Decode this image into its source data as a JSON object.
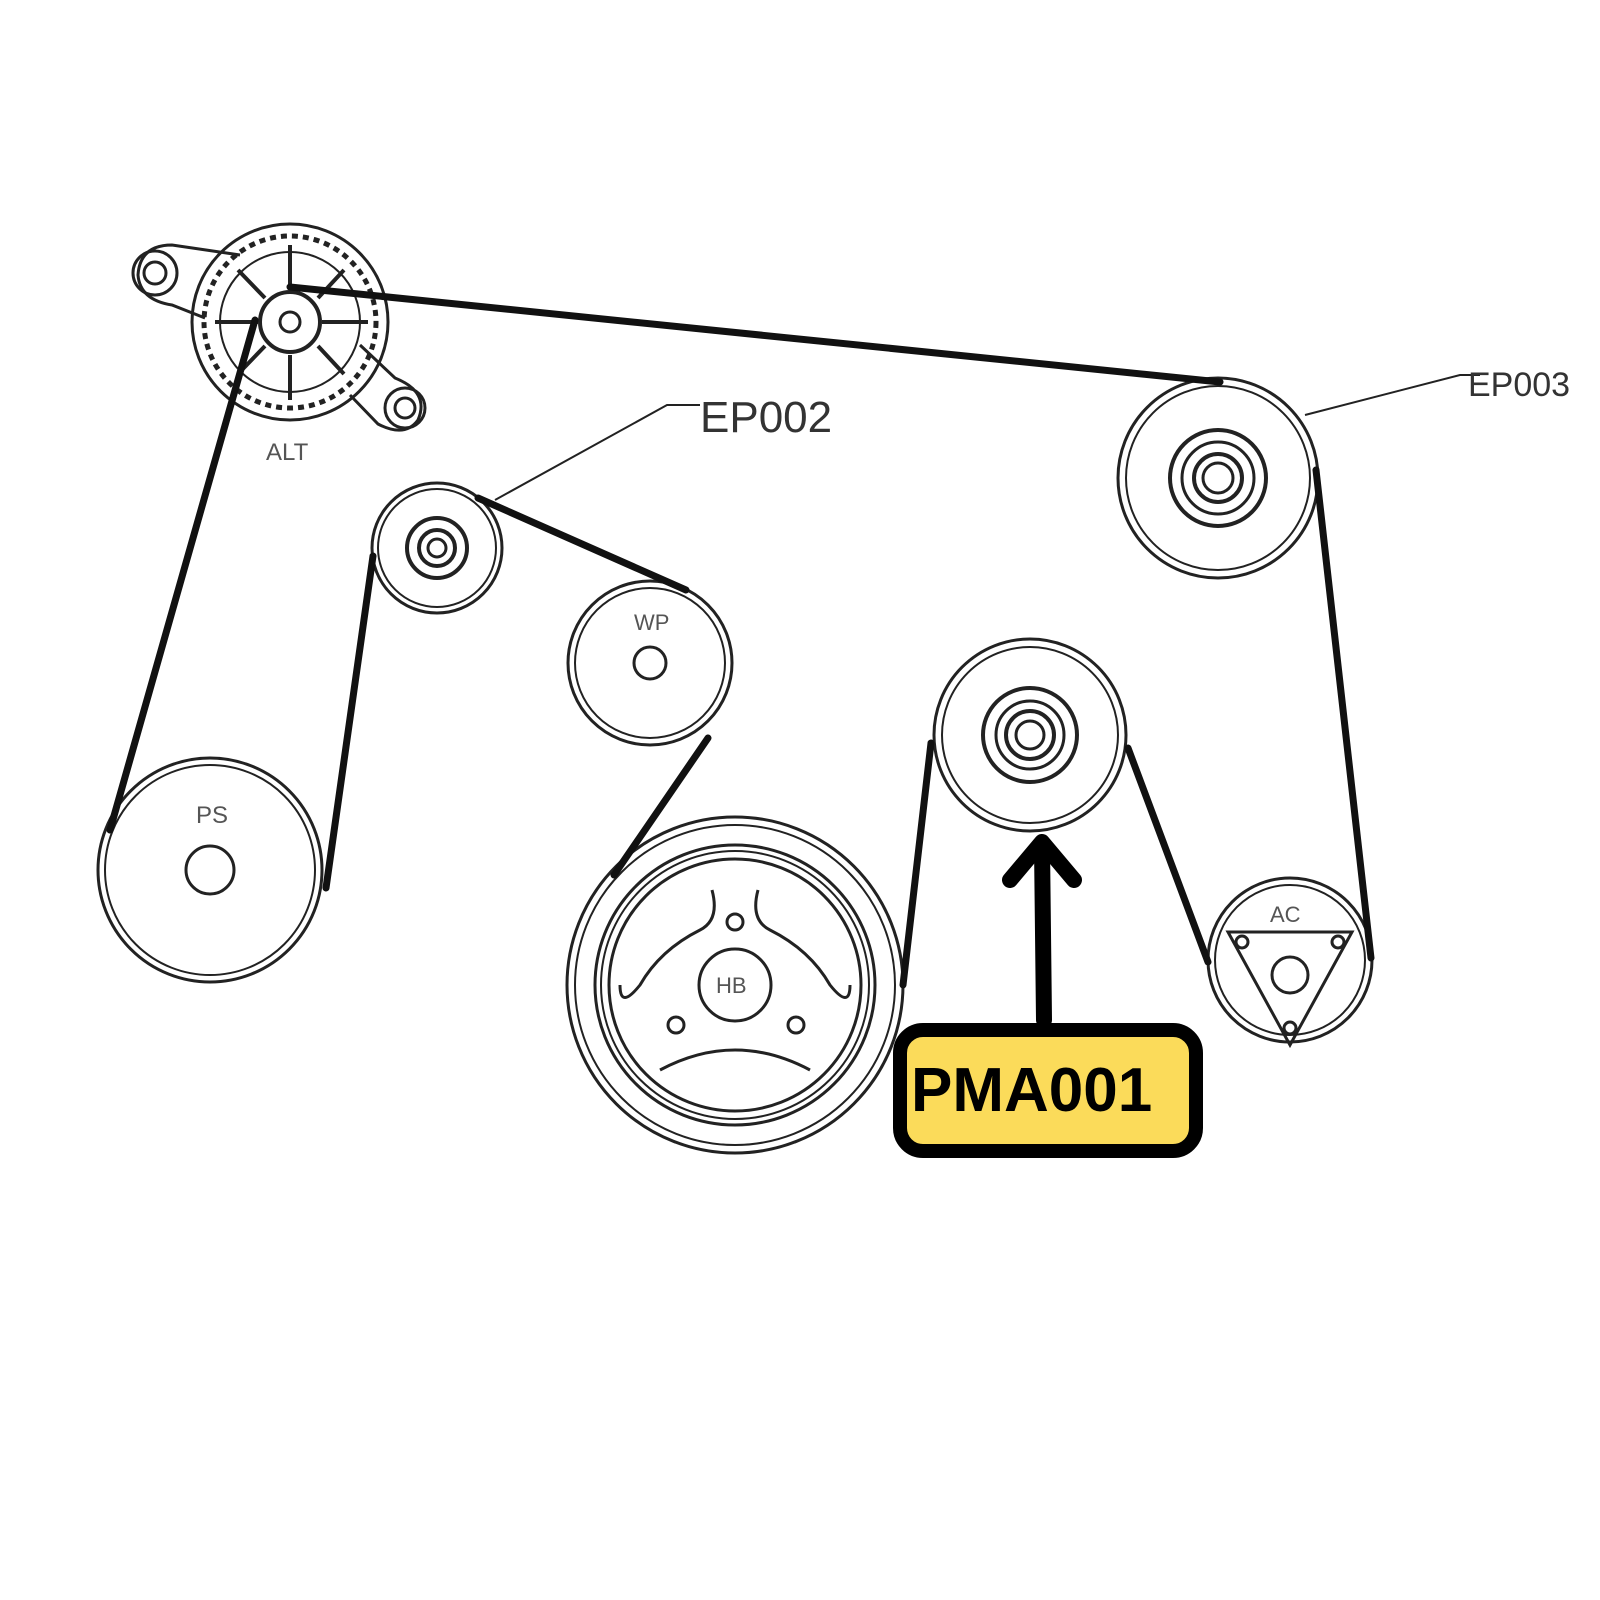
{
  "pulleys": {
    "alt": "ALT",
    "ps": "PS",
    "wp": "WP",
    "hb": "HB",
    "ac": "AC"
  },
  "callouts": {
    "ep002": "EP002",
    "ep003": "EP003"
  },
  "badge": {
    "label": "PMA001",
    "fill_color": "#FBDB5A",
    "border_color": "#000000"
  }
}
